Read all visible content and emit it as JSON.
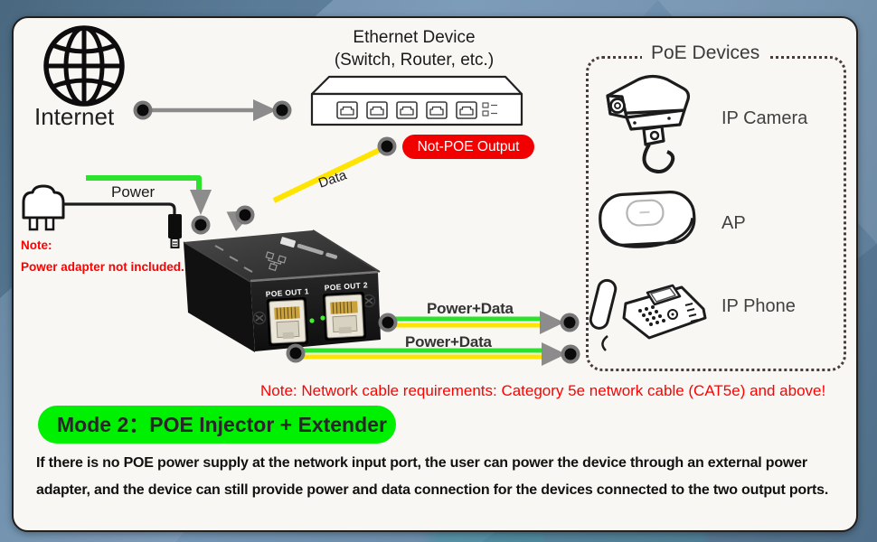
{
  "colors": {
    "cable_yellow": "#ffe400",
    "cable_green": "#2ce32c",
    "banner_green": "#00f002",
    "note_red": "#ff0000",
    "pill_red": "#f20000",
    "connector_gray": "#8c8c8c"
  },
  "diagram": {
    "internet_label": "Internet",
    "ethernet_device": {
      "title": "Ethernet Device",
      "subtitle": "(Switch, Router, etc.)"
    },
    "not_poe_output": "Not-POE Output",
    "data_label": "Data",
    "power_label": "Power",
    "adapter_note": {
      "title": "Note:",
      "body": "Power adapter not included."
    },
    "splitter": {
      "port1_label": "POE OUT 1",
      "port2_label": "POE OUT 2"
    },
    "power_data_top": "Power+Data",
    "power_data_bottom": "Power+Data",
    "poe_devices": {
      "title": "PoE Devices",
      "items": [
        {
          "label": "IP Camera"
        },
        {
          "label": "AP"
        },
        {
          "label": "IP Phone"
        }
      ]
    }
  },
  "cable_note": "Note: Network cable requirements: Category 5e network cable (CAT5e) and above!",
  "mode_banner": "Mode 2：POE Injector + Extender",
  "description": {
    "line1": "If there is no POE power supply at the network input port, the user can power the device through an external power",
    "line2": "adapter, and the device can still provide power and data connection for the devices connected to the two output ports."
  }
}
